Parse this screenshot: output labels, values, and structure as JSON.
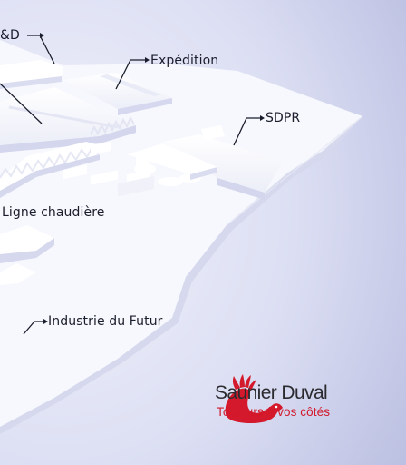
{
  "labels": {
    "rd": "&D",
    "expedition": "Expédition",
    "sdpr": "SDPR",
    "ligne_chaudiere": "Ligne chaudière",
    "industrie_futur": "Industrie du Futur"
  },
  "brand": {
    "name": "Saunier Duval",
    "tagline": "Toujours à vos côtés",
    "logo_icon": "saunier-duval-hare-logo",
    "logo_color": "#d3192b"
  },
  "colors": {
    "background_light": "#eceefa",
    "background_dark": "#b8bce0",
    "model": "#f6f7fd"
  }
}
